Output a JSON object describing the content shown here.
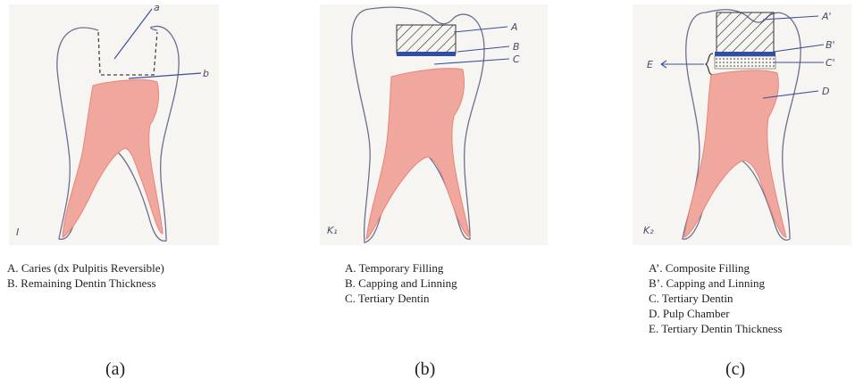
{
  "colors": {
    "pulp": "#e8857a",
    "pulp_fill": "#f0a79d",
    "capping": "#2f4ea8",
    "outline": "#6d6f8f",
    "paper": "#f6f5f1"
  },
  "panels": [
    {
      "id": "a",
      "corner_label": "I",
      "callouts": [
        "a",
        "b"
      ],
      "legend": [
        "A. Caries (dx Pulpitis Reversible)",
        "B. Remaining Dentin Thickness"
      ],
      "sublabel": "(a)"
    },
    {
      "id": "b",
      "corner_label": "K₁",
      "callouts": [
        "A",
        "B",
        "C"
      ],
      "legend": [
        "A. Temporary Filling",
        "B. Capping and Linning",
        "C. Tertiary Dentin"
      ],
      "sublabel": "(b)"
    },
    {
      "id": "c",
      "corner_label": "K₂",
      "callouts": [
        "A'",
        "B'",
        "C'",
        "D",
        "E"
      ],
      "legend": [
        "A’. Composite Filling",
        "B’. Capping and Linning",
        "C. Tertiary Dentin",
        "D. Pulp Chamber",
        "E. Tertiary Dentin Thickness"
      ],
      "sublabel": "(c)"
    }
  ]
}
